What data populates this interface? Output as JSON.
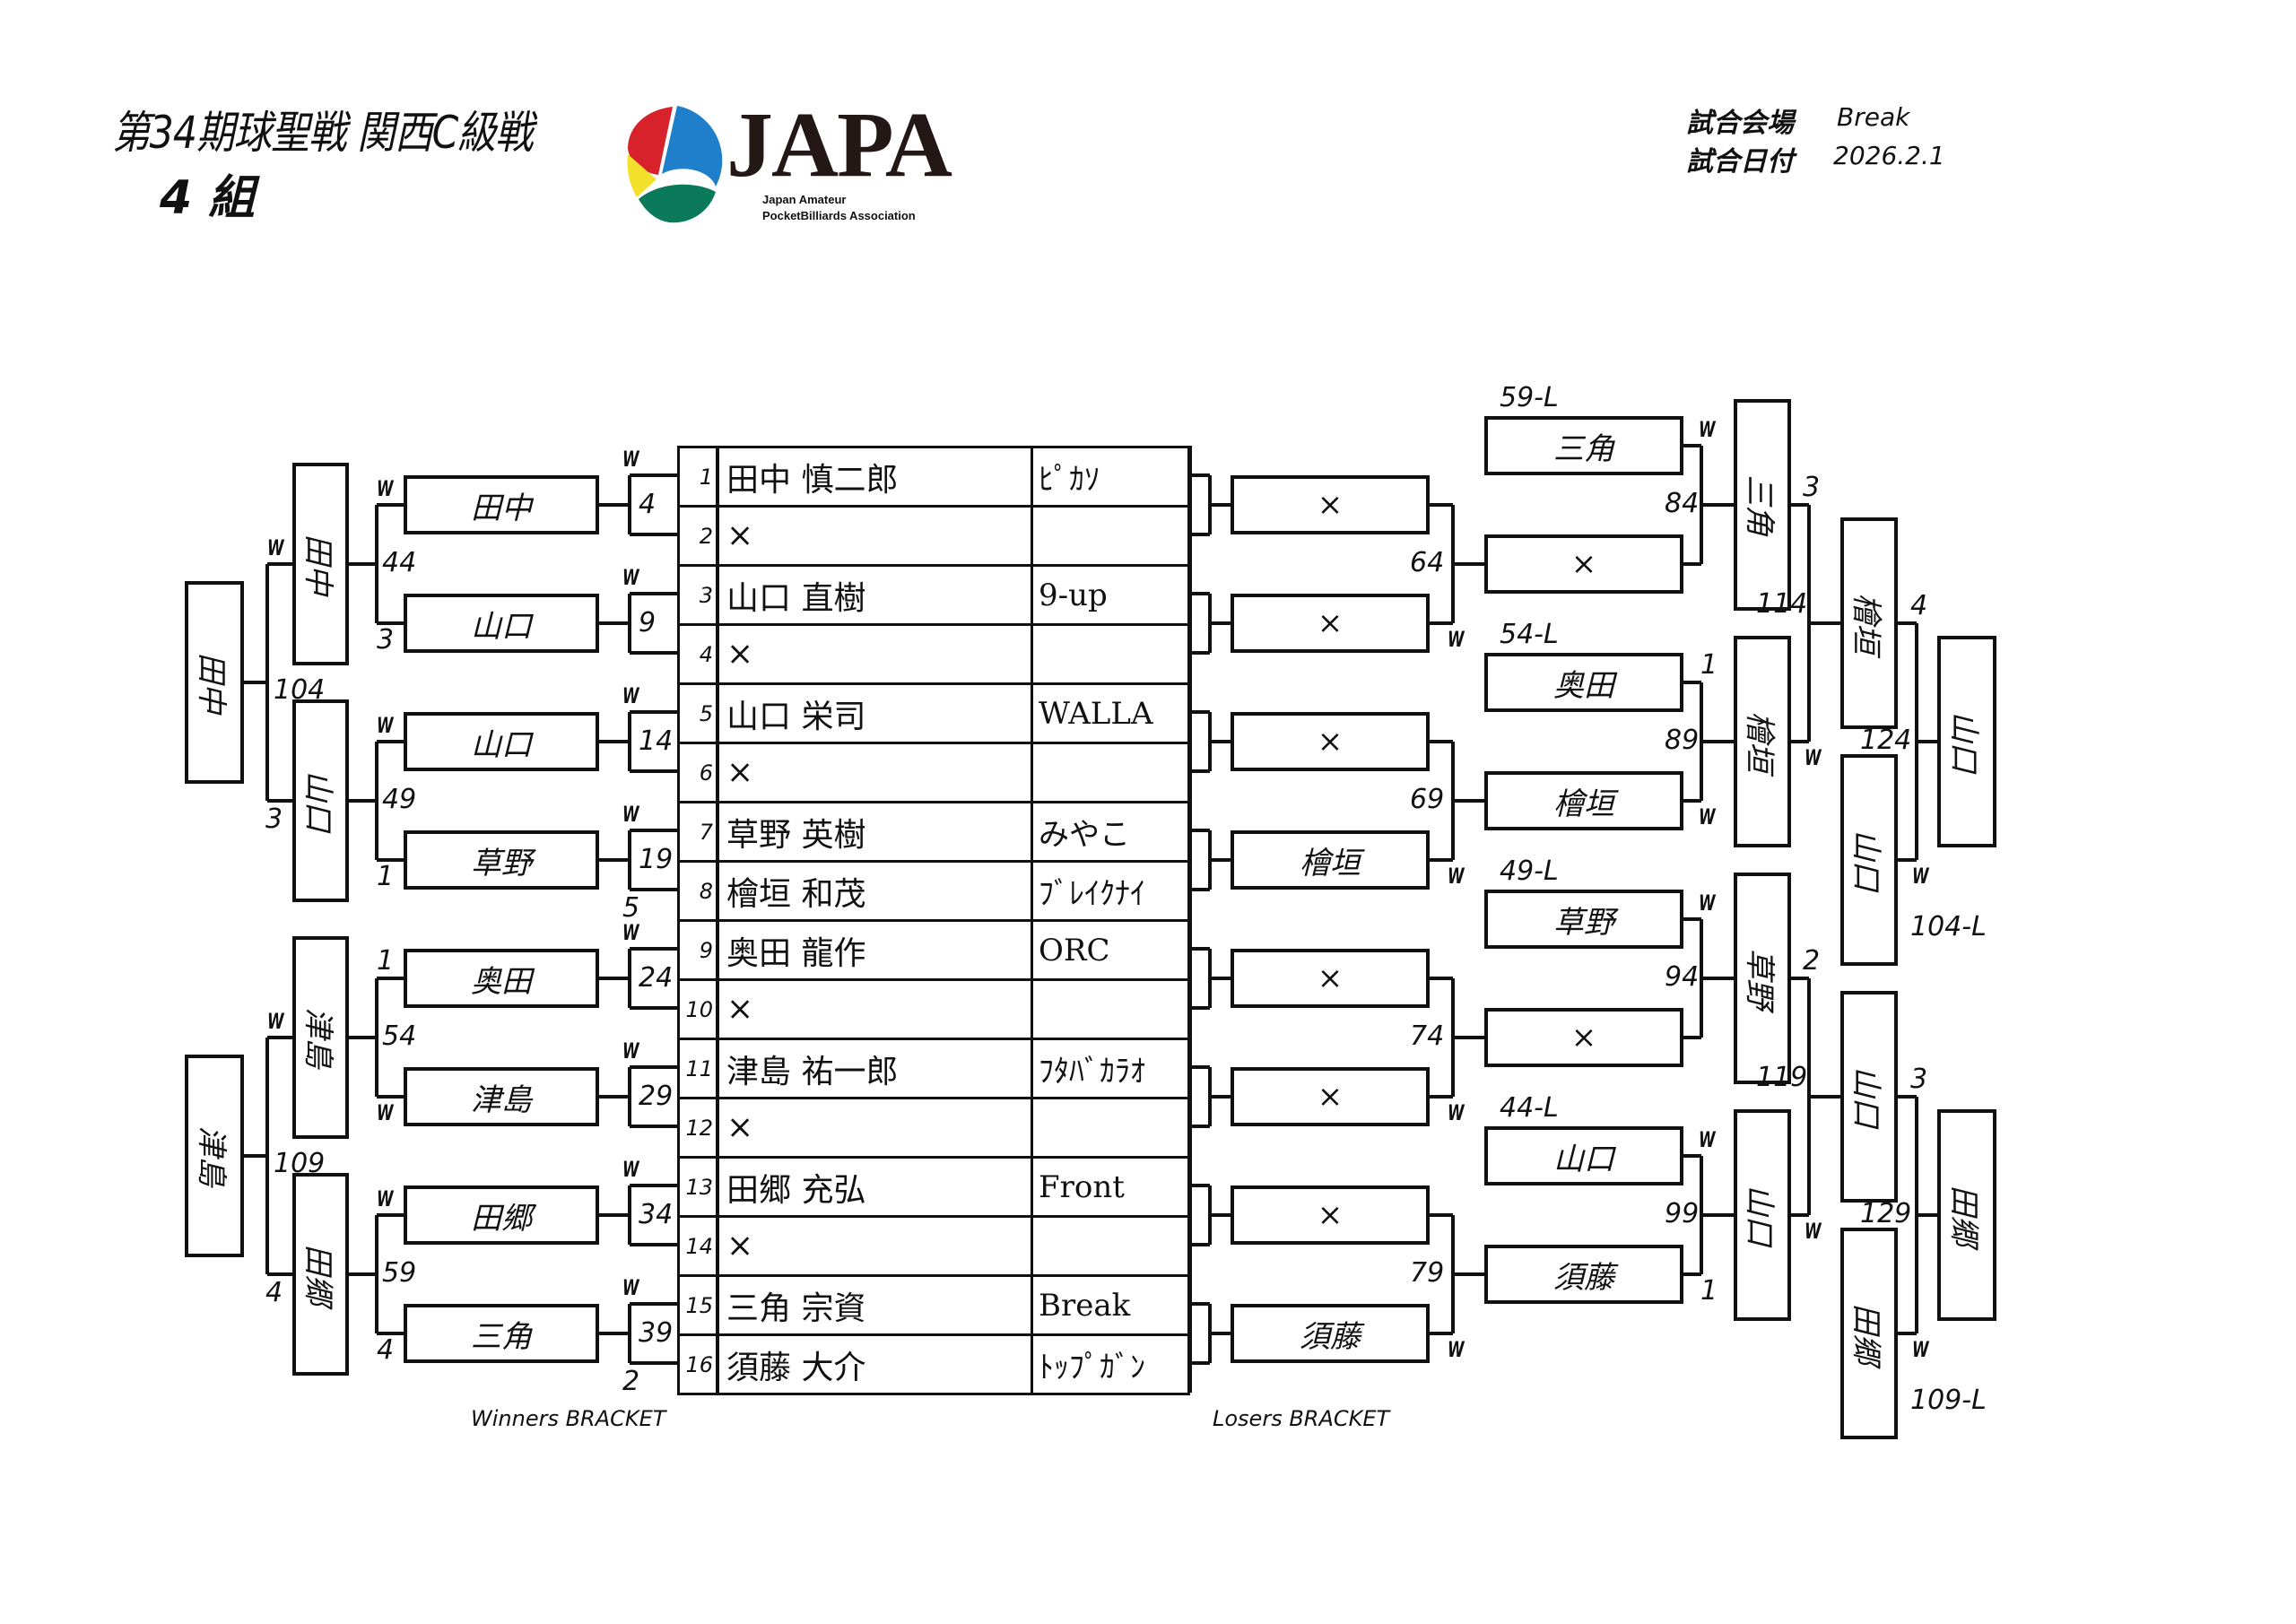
{
  "header": {
    "title": "第34期球聖戦 関西C級戦",
    "group": "4 組",
    "venue_label": "試合会場",
    "venue": "Break",
    "date_label": "試合日付",
    "date": "2026.2.1"
  },
  "logo": {
    "wordmark": "JAPA",
    "line1": "Japan Amateur",
    "line2": "PocketBilliards Association",
    "colors": {
      "red": "#d7212b",
      "blue": "#1f7fcb",
      "yellow": "#f2e02a",
      "green": "#0a7a5a",
      "ink": "#231815"
    }
  },
  "entries": [
    {
      "no": "1",
      "name": "田中 慎二郎",
      "team": "ﾋﾟｶｿ"
    },
    {
      "no": "2",
      "name": "×",
      "team": ""
    },
    {
      "no": "3",
      "name": "山口 直樹",
      "team": "9-up"
    },
    {
      "no": "4",
      "name": "×",
      "team": ""
    },
    {
      "no": "5",
      "name": "山口 栄司",
      "team": "WALLA"
    },
    {
      "no": "6",
      "name": "×",
      "team": ""
    },
    {
      "no": "7",
      "name": "草野 英樹",
      "team": "みやこ"
    },
    {
      "no": "8",
      "name": "檜垣 和茂",
      "team": "ﾌﾞﾚｲｸﾅｲ"
    },
    {
      "no": "9",
      "name": "奥田 龍作",
      "team": "ORC"
    },
    {
      "no": "10",
      "name": "×",
      "team": ""
    },
    {
      "no": "11",
      "name": "津島 祐一郎",
      "team": "ﾌﾀﾊﾞｶﾗｵ"
    },
    {
      "no": "12",
      "name": "×",
      "team": ""
    },
    {
      "no": "13",
      "name": "田郷 充弘",
      "team": "Front"
    },
    {
      "no": "14",
      "name": "×",
      "team": ""
    },
    {
      "no": "15",
      "name": "三角 宗資",
      "team": "Break"
    },
    {
      "no": "16",
      "name": "須藤 大介",
      "team": "ﾄｯﾌﾟｶﾞﾝ"
    }
  ],
  "winners": {
    "section_label": "Winners BRACKET",
    "r1_match_nos": [
      "4",
      "9",
      "14",
      "19",
      "24",
      "29",
      "34",
      "39"
    ],
    "r1_scores": {
      "m19": "5",
      "m39": "2"
    },
    "r2_players": [
      "田中",
      "山口",
      "山口",
      "草野",
      "奥田",
      "津島",
      "田郷",
      "三角"
    ],
    "r2_match_nos": [
      "44",
      "49",
      "54",
      "59"
    ],
    "r2_scores": {
      "m44": "3",
      "m49": "1",
      "m54": "1",
      "m59": "4"
    },
    "r3_players": [
      "田中",
      "山口",
      "津島",
      "田郷"
    ],
    "r3_match_nos": [
      "104",
      "109"
    ],
    "r3_scores": {
      "m104": "3",
      "m109": "4"
    },
    "finalists": [
      "田中",
      "津島"
    ],
    "w": "W"
  },
  "losers": {
    "section_label": "Losers BRACKET",
    "r1_players": [
      "×",
      "×",
      "×",
      "檜垣",
      "×",
      "×",
      "×",
      "須藤"
    ],
    "r1_match_nos": [
      "64",
      "69",
      "74",
      "79"
    ],
    "drop_labels": [
      "59-L",
      "54-L",
      "49-L",
      "44-L"
    ],
    "r2_players": [
      "三角",
      "×",
      "奥田",
      "檜垣",
      "草野",
      "×",
      "山口",
      "須藤"
    ],
    "r2_match_nos": [
      "84",
      "89",
      "94",
      "99"
    ],
    "r2_scores": {
      "m89": "1",
      "m99": "1"
    },
    "r3_players": [
      "三角",
      "檜垣",
      "草野",
      "山口"
    ],
    "r3_match_nos": [
      "114",
      "119"
    ],
    "r3_scores": {
      "m114": "3",
      "m119": "2"
    },
    "r4_players": [
      "檜垣",
      "山口",
      "山口",
      "田郷"
    ],
    "r4_drop_labels": [
      "104-L",
      "109-L"
    ],
    "r4_match_nos": [
      "124",
      "129"
    ],
    "r4_scores": {
      "m124": "4",
      "m129": "3"
    },
    "finalists": [
      "山口",
      "田郷"
    ],
    "w": "W"
  }
}
